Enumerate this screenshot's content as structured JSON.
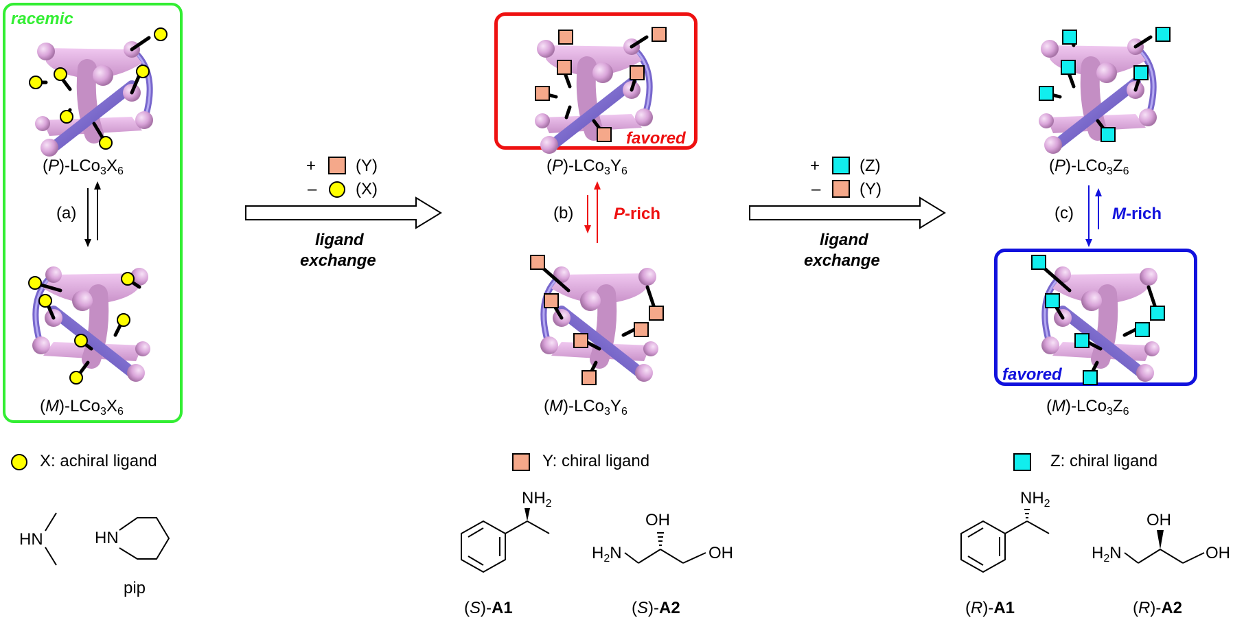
{
  "colors": {
    "green": "#33ee33",
    "red": "#ee1111",
    "blue": "#1111dd",
    "pink_cage": "#dda9dd",
    "purple_strut": "#7766cc",
    "ligand_x": "#ffff00",
    "ligand_y": "#f5a88a",
    "ligand_z": "#11eeee"
  },
  "left": {
    "tag": "racemic",
    "p_prefix": "(",
    "p_italic": "P",
    "p_rest": ")-LCo",
    "p_sub1": "3",
    "p_x": "X",
    "p_sub2": "6",
    "m_prefix": "(",
    "m_italic": "M",
    "m_rest": ")-LCo",
    "m_sub1": "3",
    "m_x": "X",
    "m_sub2": "6",
    "step": "(a)"
  },
  "arrow1": {
    "plus": "+",
    "plus_label": "(Y)",
    "minus": "–",
    "minus_label": "(X)",
    "caption_line1": "ligand",
    "caption_line2": "exchange"
  },
  "middle": {
    "tag": "favored",
    "p_prefix": "(",
    "p_italic": "P",
    "p_rest": ")-LCo",
    "p_sub1": "3",
    "p_y": "Y",
    "p_sub2": "6",
    "m_prefix": "(",
    "m_italic": "M",
    "m_rest": ")-LCo",
    "m_sub1": "3",
    "m_y": "Y",
    "m_sub2": "6",
    "step": "(b)",
    "rich_italic": "P",
    "rich_rest": "-rich"
  },
  "arrow2": {
    "plus": "+",
    "plus_label": "(Z)",
    "minus": "–",
    "minus_label": "(Y)",
    "caption_line1": "ligand",
    "caption_line2": "exchange"
  },
  "right": {
    "tag": "favored",
    "p_prefix": "(",
    "p_italic": "P",
    "p_rest": ")-LCo",
    "p_sub1": "3",
    "p_z": "Z",
    "p_sub2": "6",
    "m_prefix": "(",
    "m_italic": "M",
    "m_rest": ")-LCo",
    "m_sub1": "3",
    "m_z": "Z",
    "m_sub2": "6",
    "step": "(c)",
    "rich_italic": "M",
    "rich_rest": "-rich"
  },
  "legend": {
    "x": "X: achiral ligand",
    "y": "Y: chiral ligand",
    "z": "Z: chiral ligand"
  },
  "structures": {
    "dimethylamine_hn": "HN",
    "piperidine_hn": "HN",
    "pip": "pip",
    "nh2": "NH",
    "nh2_sub": "2",
    "oh": "OH",
    "h2n": "H",
    "h2n_sub": "2",
    "h2n_n": "N",
    "s_a1_prefix": "(",
    "s_a1_italic": "S",
    "s_a1_rest": ")-",
    "s_a1_bold": "A1",
    "s_a2_prefix": "(",
    "s_a2_italic": "S",
    "s_a2_rest": ")-",
    "s_a2_bold": "A2",
    "r_a1_prefix": "(",
    "r_a1_italic": "R",
    "r_a1_rest": ")-",
    "r_a1_bold": "A1",
    "r_a2_prefix": "(",
    "r_a2_italic": "R",
    "r_a2_rest": ")-",
    "r_a2_bold": "A2"
  }
}
